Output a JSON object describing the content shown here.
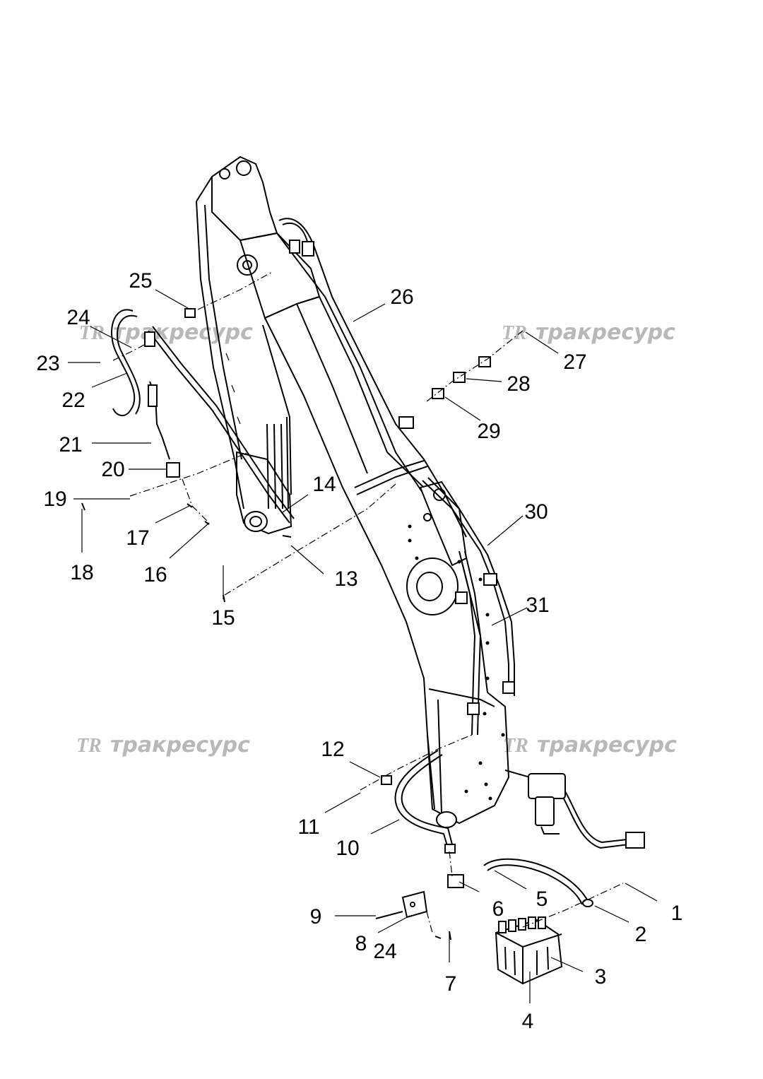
{
  "watermark": {
    "logo": "TR",
    "text": "тракресурс"
  },
  "labels": {
    "l1": "1",
    "l2": "2",
    "l3": "3",
    "l4": "4",
    "l5": "5",
    "l6": "6",
    "l7": "7",
    "l8": "8",
    "l9": "9",
    "l10": "10",
    "l11": "11",
    "l12": "12",
    "l13": "13",
    "l14": "14",
    "l15": "15",
    "l16": "16",
    "l17": "17",
    "l18": "18",
    "l19": "19",
    "l20": "20",
    "l21": "21",
    "l22": "22",
    "l23": "23",
    "l24a": "24",
    "l24b": "24",
    "l25": "25",
    "l26": "26",
    "l27": "27",
    "l28": "28",
    "l29": "29",
    "l30": "30",
    "l31": "31"
  }
}
